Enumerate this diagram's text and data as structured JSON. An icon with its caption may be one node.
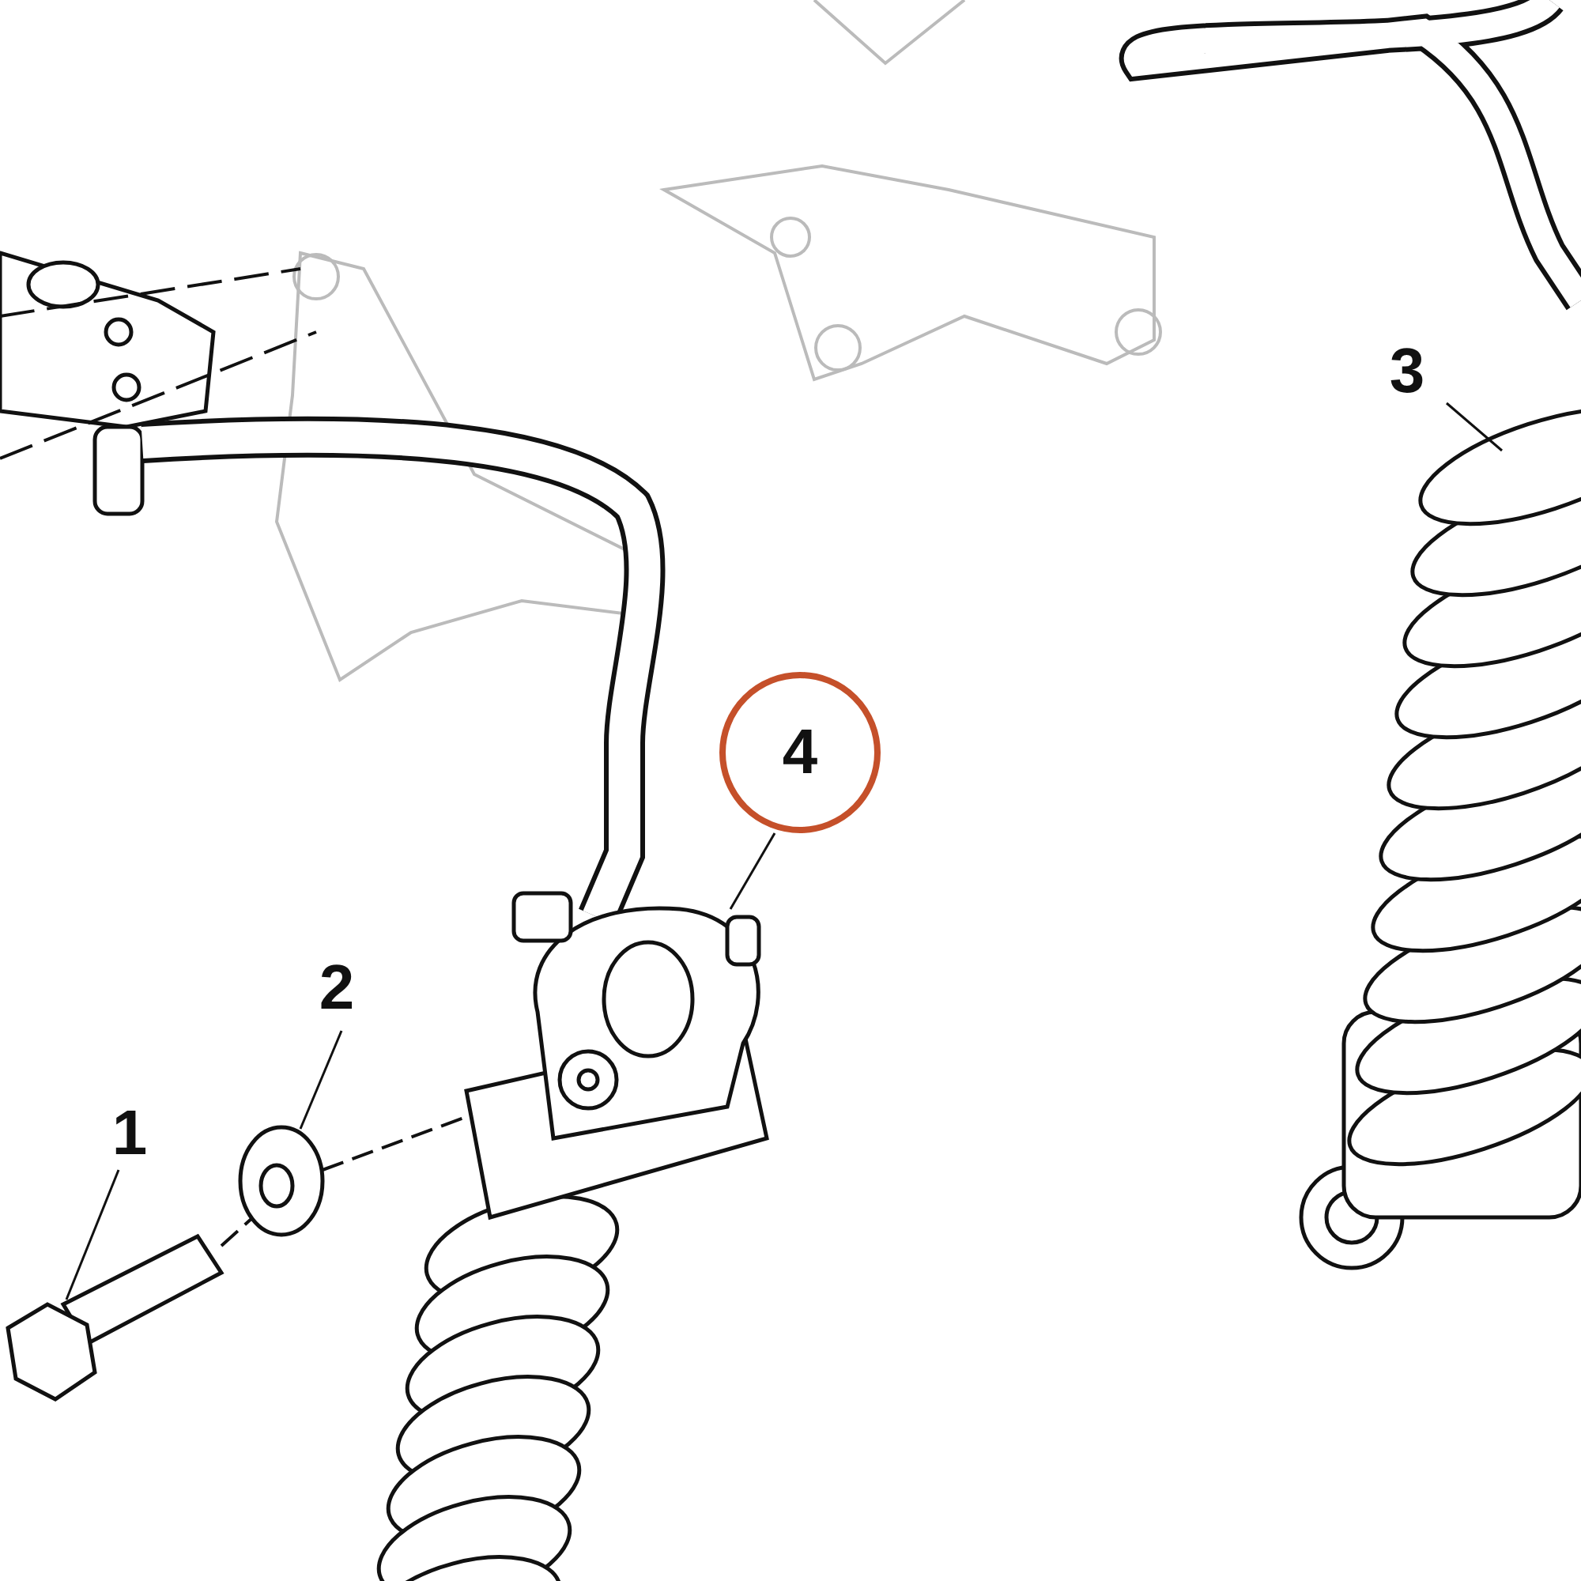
{
  "diagram": {
    "nodes": [
      {
        "text": [
          "3"
        ]
      },
      {
        "text": [],
        "shape": "picture"
      },
      {
        "text": [
          "4"
        ]
      },
      {
        "text": [],
        "shape": "picture"
      },
      {
        "text": [
          "2"
        ]
      },
      {
        "text": [],
        "shape": "picture"
      },
      {
        "text": [
          "1"
        ]
      },
      {
        "text": [],
        "shape": "picture"
      }
    ],
    "edges": [
      {
        "from": 0,
        "to": 1,
        "arrow": "none"
      },
      {
        "from": 2,
        "to": 3,
        "arrow": "none"
      },
      {
        "from": 4,
        "to": 5,
        "arrow": "none"
      },
      {
        "from": 6,
        "to": 7,
        "arrow": "none"
      },
      {
        "from": 7,
        "to": 5,
        "arrow": "none",
        "style": "dashed"
      },
      {
        "from": 5,
        "to": 3,
        "arrow": "none",
        "style": "dashed"
      }
    ]
  }
}
